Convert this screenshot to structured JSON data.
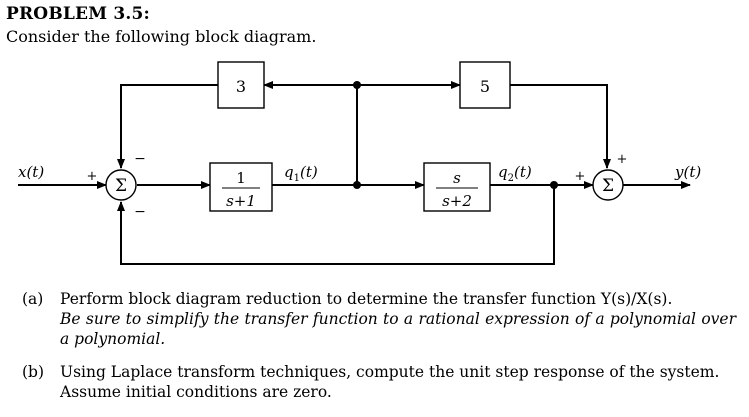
{
  "problem": {
    "title": "PROBLEM 3.5:",
    "intro": "Consider the following block diagram."
  },
  "diagram": {
    "input_label": "x(t)",
    "output_label": "y(t)",
    "block_gain_3": "3",
    "block_gain_5": "5",
    "block_tf1_num": "1",
    "block_tf1_den": "s+1",
    "block_tf2_num": "s",
    "block_tf2_den": "s+2",
    "signal_q1_base": "q",
    "signal_q1_sub": "1",
    "signal_q1_arg": "(t)",
    "signal_q2_base": "q",
    "signal_q2_sub": "2",
    "signal_q2_arg": "(t)",
    "sum1_sign_left": "+",
    "sum1_sign_top": "−",
    "sum1_sign_bottom": "−",
    "sum2_sign_left": "+",
    "sum2_sign_top": "+",
    "sigma": "Σ"
  },
  "questions": {
    "a_label": "(a)",
    "a_text": "Perform block diagram reduction to determine the transfer function Y(s)/X(s).",
    "a_emph": "Be sure to simplify the transfer function to a rational expression of a polynomial over a polynomial.",
    "b_label": "(b)",
    "b_text": "Using Laplace transform techniques, compute the unit step response of the system. Assume initial conditions are zero."
  }
}
